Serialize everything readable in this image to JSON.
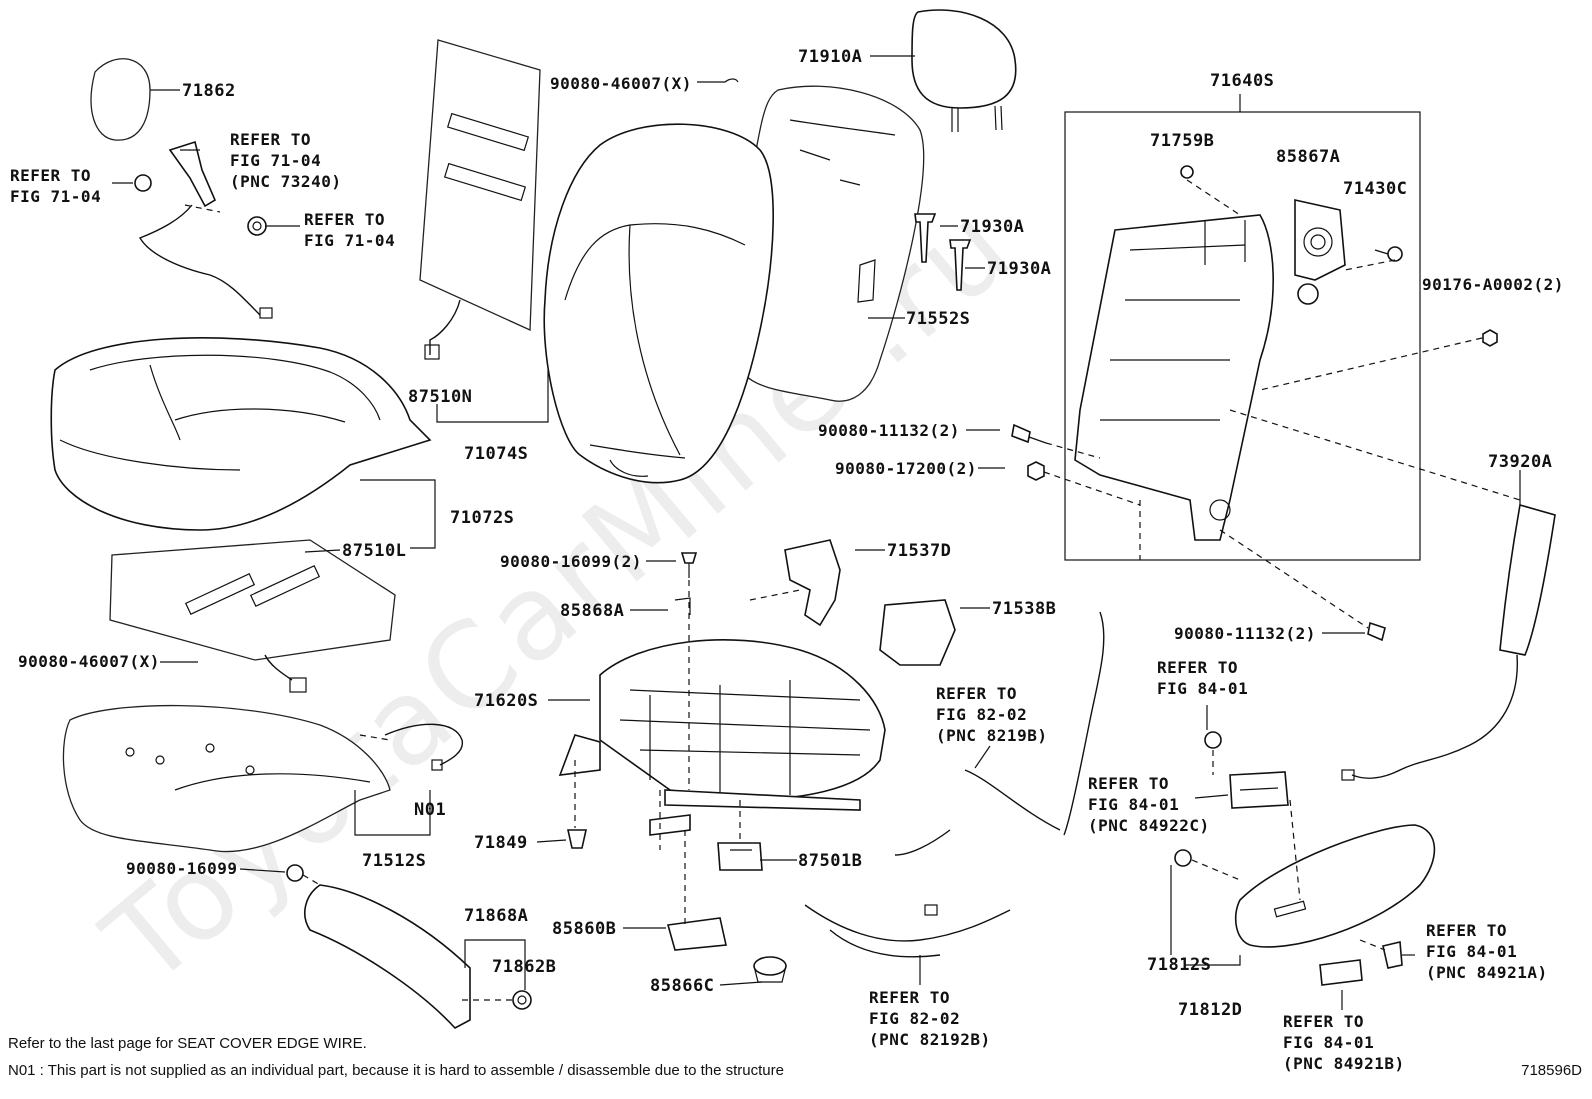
{
  "watermark": "ToyotaCarMiner.ru",
  "labels": {
    "l71862": "71862",
    "ref_7104_a_1": "REFER TO",
    "ref_7104_a_2": "FIG 71-04",
    "ref_7104_b_1": "REFER TO",
    "ref_7104_b_2": "FIG 71-04",
    "ref_7104_b_3": "(PNC 73240)",
    "ref_7104_c_1": "REFER TO",
    "ref_7104_c_2": "FIG 71-04",
    "l90080_46007_top": "90080-46007(X)",
    "l71910A": "71910A",
    "l71640S": "71640S",
    "l71759B": "71759B",
    "l85867A": "85867A",
    "l71430C": "71430C",
    "l90176": "90176-A0002(2)",
    "l71930A_1": "71930A",
    "l71930A_2": "71930A",
    "l71552S": "71552S",
    "l87510N": "87510N",
    "l71074S": "71074S",
    "l90080_11132_a": "90080-11132(2)",
    "l90080_17200": "90080-17200(2)",
    "l73920A": "73920A",
    "l71072S": "71072S",
    "l87510L": "87510L",
    "l90080_16099_2": "90080-16099(2)",
    "l71537D": "71537D",
    "l85868A": "85868A",
    "l71538B": "71538B",
    "l90080_11132_b": "90080-11132(2)",
    "l90080_46007_bot": "90080-46007(X)",
    "ref_8401_a_1": "REFER TO",
    "ref_8401_a_2": "FIG 84-01",
    "l71620S": "71620S",
    "ref_8202_a_1": "REFER TO",
    "ref_8202_a_2": "FIG 82-02",
    "ref_8202_a_3": "(PNC 8219B)",
    "ref_8401_b_1": "REFER TO",
    "ref_8401_b_2": "FIG 84-01",
    "ref_8401_b_3": "(PNC 84922C)",
    "lN01": "N01",
    "l71849": "71849",
    "l71512S": "71512S",
    "l87501B": "87501B",
    "l90080_16099": "90080-16099",
    "l71868A": "71868A",
    "l85860B": "85860B",
    "l71862B": "71862B",
    "l85866C": "85866C",
    "ref_8202_b_1": "REFER TO",
    "ref_8202_b_2": "FIG 82-02",
    "ref_8202_b_3": "(PNC 82192B)",
    "l71812S": "71812S",
    "l71812D": "71812D",
    "ref_8401_c_1": "REFER TO",
    "ref_8401_c_2": "FIG 84-01",
    "ref_8401_c_3": "(PNC 84921A)",
    "ref_8401_d_1": "REFER TO",
    "ref_8401_d_2": "FIG 84-01",
    "ref_8401_d_3": "(PNC 84921B)"
  },
  "notes": {
    "line1": "Refer to the last page for SEAT COVER EDGE WIRE.",
    "line2": "N01 : This part is not supplied as an individual part, because it is hard to assemble / disassemble due to the structure"
  },
  "figure_code": "718596D"
}
